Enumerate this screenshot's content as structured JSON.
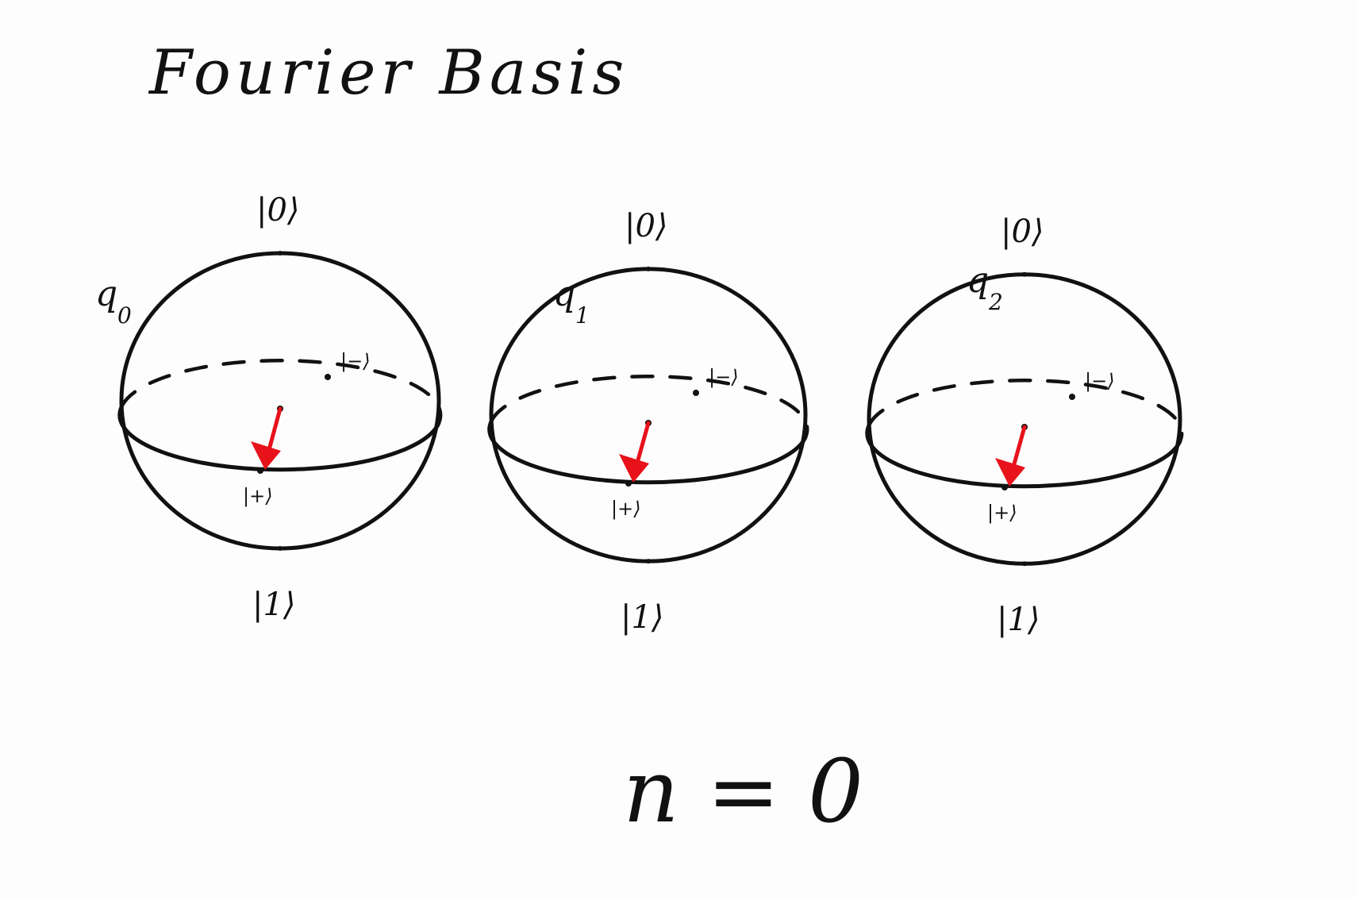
{
  "title": "Fourier Basis",
  "equation": "n = 0",
  "vector_color": "#e8121b",
  "qubits": [
    {
      "name": "q",
      "index": "0",
      "label_top": "|0⟩",
      "label_bottom": "|1⟩",
      "label_plus": "|+⟩",
      "label_minus": "|−⟩"
    },
    {
      "name": "q",
      "index": "1",
      "label_top": "|0⟩",
      "label_bottom": "|1⟩",
      "label_plus": "|+⟩",
      "label_minus": "|−⟩"
    },
    {
      "name": "q",
      "index": "2",
      "label_top": "|0⟩",
      "label_bottom": "|1⟩",
      "label_plus": "|+⟩",
      "label_minus": "|−⟩"
    }
  ]
}
